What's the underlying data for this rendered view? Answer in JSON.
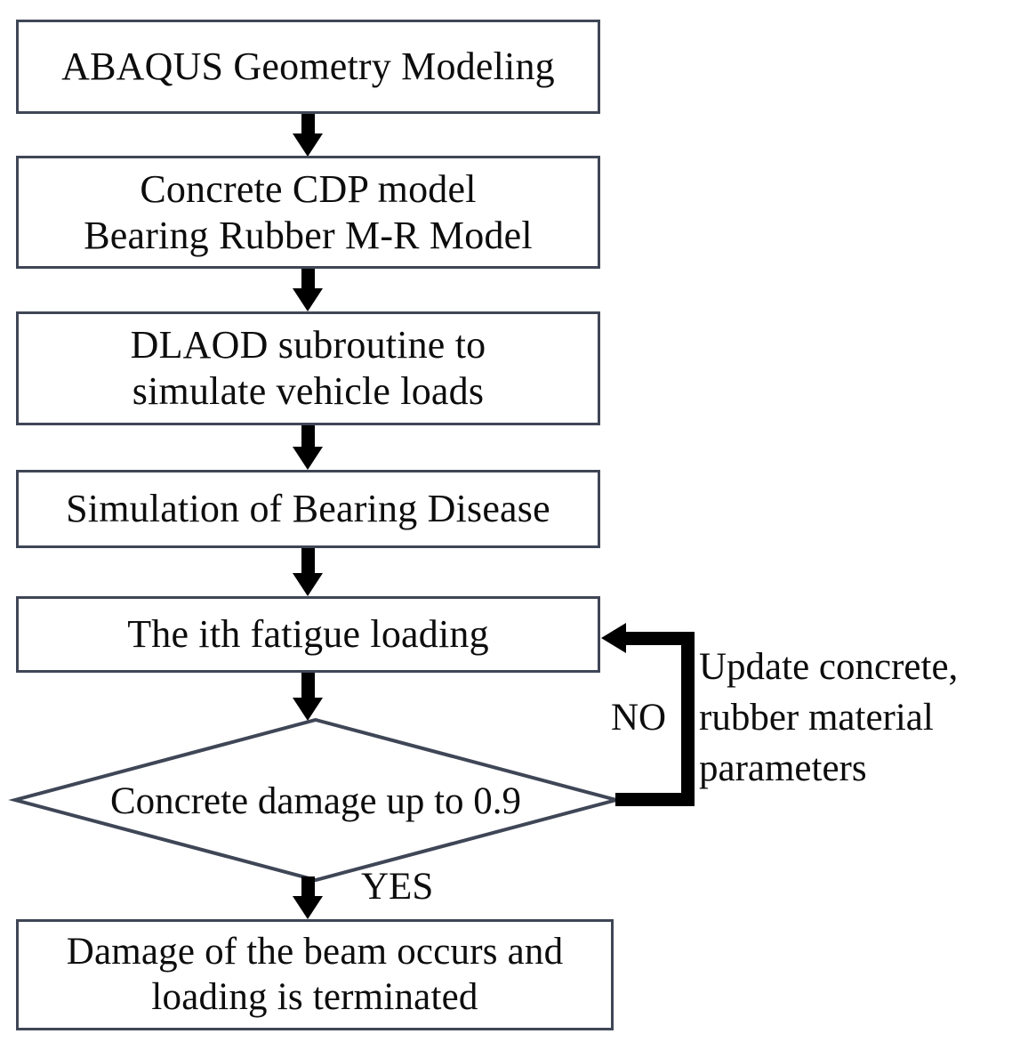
{
  "diagram": {
    "type": "flowchart",
    "title": "ABAQUS fatigue simulation flowchart",
    "background_color": "#ffffff",
    "node_border_color": "#3f4656",
    "connector_color": "#000000",
    "text_color": "#0d0d0d"
  },
  "nodes": {
    "geometry_modeling": {
      "shape": "process",
      "label": "ABAQUS Geometry Modeling"
    },
    "material_models": {
      "shape": "process",
      "label": "Concrete CDP model\nBearing Rubber M-R Model"
    },
    "dlaod_subroutine": {
      "shape": "process",
      "label": "DLAOD subroutine to\nsimulate vehicle loads"
    },
    "bearing_disease": {
      "shape": "process",
      "label": "Simulation of Bearing Disease"
    },
    "fatigue_loading": {
      "shape": "process",
      "label": "The ith fatigue loading"
    },
    "damage_check": {
      "shape": "decision",
      "label": "Concrete damage up to 0.9"
    },
    "beam_damage": {
      "shape": "process",
      "label": "Damage of the beam occurs and\nloading is terminated"
    },
    "update_parameters": {
      "shape": "annotation",
      "label": "Update concrete,\nrubber material\nparameters"
    }
  },
  "edge_labels": {
    "no": "NO",
    "yes": "YES"
  }
}
